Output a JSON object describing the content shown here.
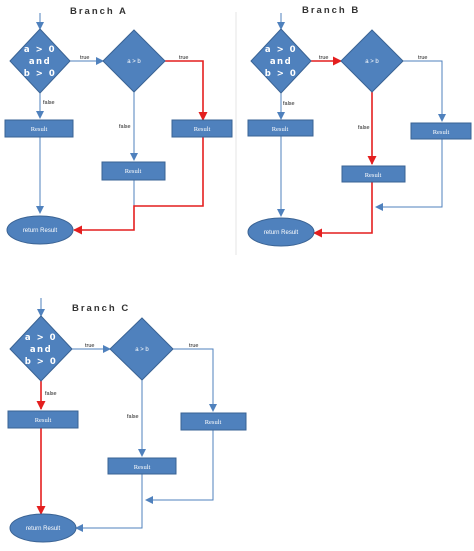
{
  "colors": {
    "shape_fill": "#4f81bd",
    "blue_line": "#4f81bd",
    "red_line": "#e41f1f"
  },
  "branches": [
    {
      "title": "Branch A",
      "cond1": [
        "a > 0",
        "and",
        "b > 0"
      ],
      "cond2": "a > b",
      "result_left": "Result",
      "result_mid": "Result",
      "result_right": "Result",
      "end": "return Result",
      "edge_true1": "true",
      "edge_true2": "true",
      "edge_false1": "false",
      "edge_false2": "false"
    },
    {
      "title": "Branch B",
      "cond1": [
        "a > 0",
        "and",
        "b > 0"
      ],
      "cond2": "a > b",
      "result_left": "Result",
      "result_mid": "Result",
      "result_right": "Result",
      "end": "return Result",
      "edge_true1": "true",
      "edge_true2": "true",
      "edge_false1": "false",
      "edge_false2": "false"
    },
    {
      "title": "Branch C",
      "cond1": [
        "a > 0",
        "and",
        "b > 0"
      ],
      "cond2": "a > b",
      "result_left": "Result",
      "result_mid": "Result",
      "result_right": "Result",
      "end": "return Result",
      "edge_true1": "true",
      "edge_true2": "true",
      "edge_false1": "false",
      "edge_false2": "false"
    }
  ]
}
